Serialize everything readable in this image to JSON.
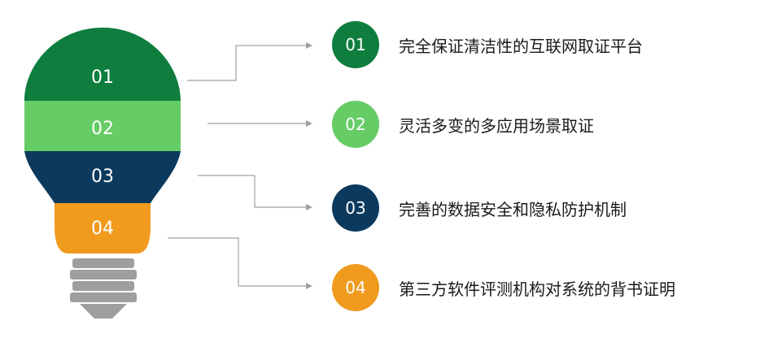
{
  "colors": {
    "green_dark": "#0E7D3E",
    "green_light": "#66CC66",
    "navy": "#0B3A5E",
    "orange": "#F09A1E",
    "base_gray": "#9E9E9E",
    "connector": "#A0A0A0"
  },
  "bulb": {
    "segments": [
      {
        "label": "01",
        "color_key": "green_dark"
      },
      {
        "label": "02",
        "color_key": "green_light"
      },
      {
        "label": "03",
        "color_key": "navy"
      },
      {
        "label": "04",
        "color_key": "orange"
      }
    ]
  },
  "items": [
    {
      "number": "01",
      "text": "完全保证清洁性的互联网取证平台",
      "color_key": "green_dark"
    },
    {
      "number": "02",
      "text": "灵活多变的多应用场景取证",
      "color_key": "green_light"
    },
    {
      "number": "03",
      "text": "完善的数据安全和隐私防护机制",
      "color_key": "navy"
    },
    {
      "number": "04",
      "text": "第三方软件评测机构对系统的背书证明",
      "color_key": "orange"
    }
  ]
}
